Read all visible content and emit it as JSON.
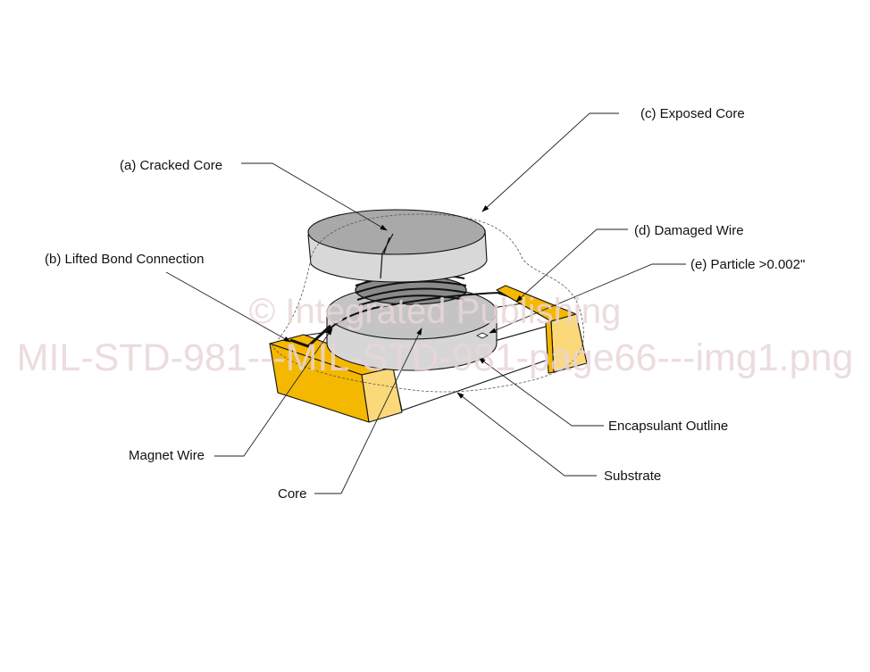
{
  "labels": {
    "exposed_core": "(c) Exposed Core",
    "cracked_core": "(a) Cracked Core",
    "damaged_wire": "(d) Damaged Wire",
    "particle": "(e) Particle >0.002\"",
    "lifted_bond": "(b) Lifted Bond Connection",
    "magnet_wire": "Magnet Wire",
    "core": "Core",
    "encapsulant": "Encapsulant Outline",
    "substrate": "Substrate"
  },
  "watermark": {
    "line1": "© Integrated Publishing",
    "line2": "MIL-STD-981---MIL-STD-981-page66---img1.png"
  },
  "colors": {
    "terminal": "#f5b800",
    "terminal_light": "#fbd97a",
    "core_top": "#a9a9a9",
    "core_side": "#d8d8d8"
  }
}
